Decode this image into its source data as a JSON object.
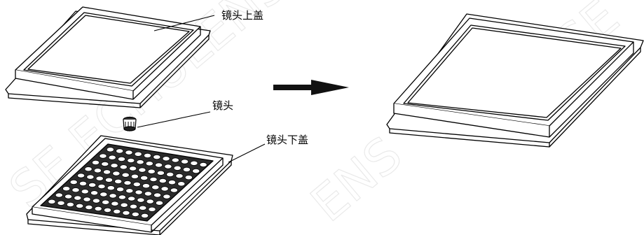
{
  "labels": {
    "top_cover": "镜头上盖",
    "lens": "镜头",
    "bottom_cover": "镜头下盖"
  },
  "watermark": "SE  ECHULENS",
  "colors": {
    "line": "#000000",
    "watermark": "#d8d8d8"
  },
  "icons": {
    "arrow": "right-arrow-icon"
  }
}
